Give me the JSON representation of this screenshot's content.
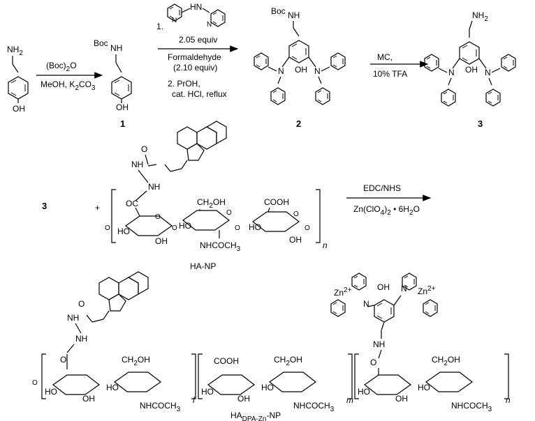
{
  "top": {
    "sm_label1": "NH",
    "sm_label2": "2",
    "sm_oh": "OH",
    "arrow1_reagent1": "(Boc)",
    "arrow1_reagent1_sub": "2",
    "arrow1_reagent1_end": "O",
    "arrow1_reagent2": "MeOH, K",
    "arrow1_reagent2_sub": "2",
    "arrow1_reagent2_mid": "CO",
    "arrow1_reagent2_sub2": "3",
    "c1_boc": "Boc",
    "c1_nh": "NH",
    "c1_oh": "OH",
    "c1_num": "1",
    "step2_num": "1.",
    "step2_equiv": "2.05 equiv",
    "step2_formaldehyde": "Formaldehyde",
    "step2_formaldehyde_equiv": "(2.10 equiv)",
    "step2_prOH": "2. PrOH,",
    "step2_hcl": "cat. HCl, reflux",
    "c2_boc": "Boc",
    "c2_nh": "NH",
    "c2_oh": "OH",
    "c2_num": "2",
    "n_label": "N",
    "arrow3_r1": "MC,",
    "arrow3_r2": "10% TFA",
    "c3_nh2": "NH",
    "c3_nh2_sub": "2",
    "c3_oh": "OH",
    "c3_num": "3"
  },
  "middle": {
    "reactant": "3",
    "plus": "+",
    "o_label": "O",
    "nh_label": "NH",
    "oc_label": "OC",
    "o_ring": "O",
    "ho1": "HO",
    "oh1": "OH",
    "ch2oh": "CH",
    "ch2oh_sub": "2",
    "ch2oh_end": "OH",
    "cooh": "COOH",
    "ho2": "HO",
    "nhcoch3": "NHCOCH",
    "nhcoch3_sub": "3",
    "oh2": "OH",
    "n_repeat": "n",
    "polymer_name": "HA-NP",
    "arrow_r1": "EDC/NHS",
    "arrow_r2a": "Zn(ClO",
    "arrow_r2sub1": "4",
    "arrow_r2b": ")",
    "arrow_r2sub2": "2",
    "arrow_r2c": " • 6H",
    "arrow_r2sub3": "2",
    "arrow_r2d": "O"
  },
  "bottom": {
    "zn1": "Zn",
    "zn1_sup": "2+",
    "zn2": "Zn",
    "zn2_sup": "2+",
    "oh": "OH",
    "o_label": "O",
    "nh_label": "NH",
    "ho": "HO",
    "oh_label": "OH",
    "ch2oh": "CH",
    "ch2oh_sub": "2",
    "ch2oh_end": "OH",
    "cooh": "COOH",
    "nhcoch3": "NHCOCH",
    "nhcoch3_sub": "3",
    "l_repeat": "l",
    "m_repeat": "m",
    "n_repeat": "n",
    "product_name_a": "HA",
    "product_name_sub": "DPA-Zn",
    "product_name_b": "-NP"
  }
}
